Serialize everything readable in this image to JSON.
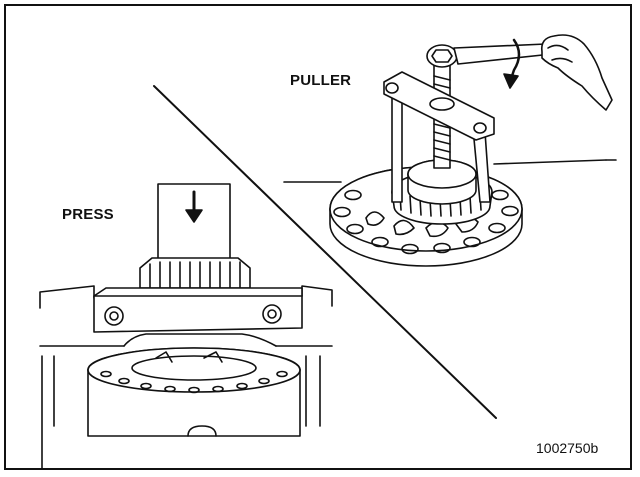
{
  "labels": {
    "puller": "PULLER",
    "press": "PRESS"
  },
  "figure_id": "1002750b",
  "colors": {
    "line": "#111111",
    "background": "#ffffff"
  },
  "icons": [
    "arrow-down-icon",
    "rotation-arrow-icon",
    "hand-icon",
    "wrench-icon"
  ]
}
